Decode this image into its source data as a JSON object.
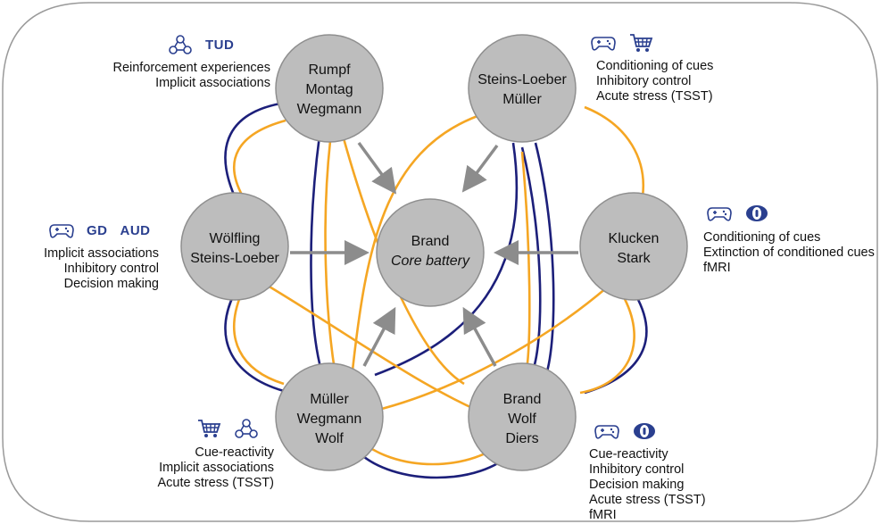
{
  "center": {
    "line1": "Brand",
    "line2": "Core battery"
  },
  "nodes": {
    "top_left": [
      "Rumpf",
      "Montag",
      "Wegmann"
    ],
    "top_right": [
      "Steins-Loeber",
      "Müller"
    ],
    "left": [
      "Wölfling",
      "Steins-Loeber"
    ],
    "right": [
      "Klucken",
      "Stark"
    ],
    "bottom_left": [
      "Müller",
      "Wegmann",
      "Wolf"
    ],
    "bottom_right": [
      "Brand",
      "Wolf",
      "Diers"
    ]
  },
  "topics": {
    "top_left": {
      "tags": [
        "TUD"
      ],
      "items": [
        "Reinforcement experiences",
        "Implicit associations"
      ]
    },
    "top_right": {
      "tags": [],
      "items": [
        "Conditioning of cues",
        "Inhibitory control",
        "Acute stress (TSST)"
      ]
    },
    "left": {
      "tags": [
        "GD",
        "AUD"
      ],
      "items": [
        "Implicit associations",
        "Inhibitory control",
        "Decision making"
      ]
    },
    "right": {
      "tags": [],
      "items": [
        "Conditioning of cues",
        "Extinction of conditioned cues",
        "fMRI"
      ]
    },
    "bottom_left": {
      "tags": [],
      "items": [
        "Cue-reactivity",
        "Implicit associations",
        "Acute stress (TSST)"
      ]
    },
    "bottom_right": {
      "tags": [],
      "items": [
        "Cue-reactivity",
        "Inhibitory control",
        "Decision making",
        "Acute stress (TSST)",
        "fMRI"
      ]
    }
  },
  "icons": {
    "top_left": [
      "people-network-icon"
    ],
    "top_right": [
      "gamepad-icon",
      "shopping-cart-icon"
    ],
    "left": [
      "gamepad-icon"
    ],
    "right": [
      "gamepad-icon",
      "eye-icon"
    ],
    "bottom_left": [
      "shopping-cart-icon",
      "people-network-icon"
    ],
    "bottom_right": [
      "gamepad-icon",
      "eye-icon"
    ]
  },
  "colors": {
    "node_fill": "#bdbdbd",
    "node_stroke": "#8f8f8f",
    "arrow": "#8c8c8c",
    "link_navy": "#1c1f7a",
    "link_orange": "#f5a623",
    "icon_blue": "#2a3f8f",
    "frame": "#9a9a9a"
  }
}
